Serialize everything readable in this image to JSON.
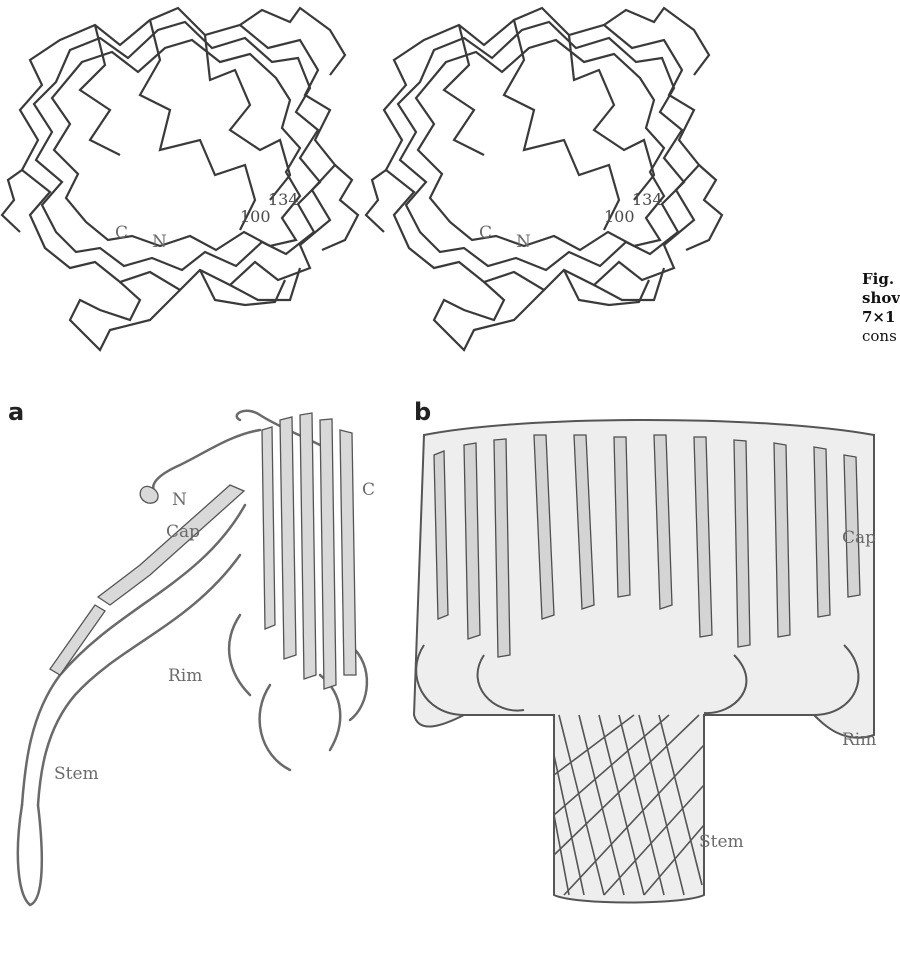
{
  "top_figure": {
    "left_view": {
      "labels": {
        "c": "C",
        "n": "N",
        "r100": "100",
        "r134": "134"
      }
    },
    "right_view": {
      "labels": {
        "c": "C",
        "n": "N",
        "r100": "100",
        "r134": "134"
      }
    }
  },
  "caption_fragment": {
    "line1": "Fig.",
    "line2": "shov",
    "line3": "7×1",
    "line4": "cons"
  },
  "panel_a": {
    "letter": "a",
    "labels": {
      "n": "N",
      "c": "C",
      "cap": "Cap",
      "rim": "Rim",
      "stem": "Stem"
    }
  },
  "panel_b": {
    "letter": "b",
    "labels": {
      "cap": "Cap",
      "rim": "Rim",
      "stem": "Stem"
    }
  }
}
